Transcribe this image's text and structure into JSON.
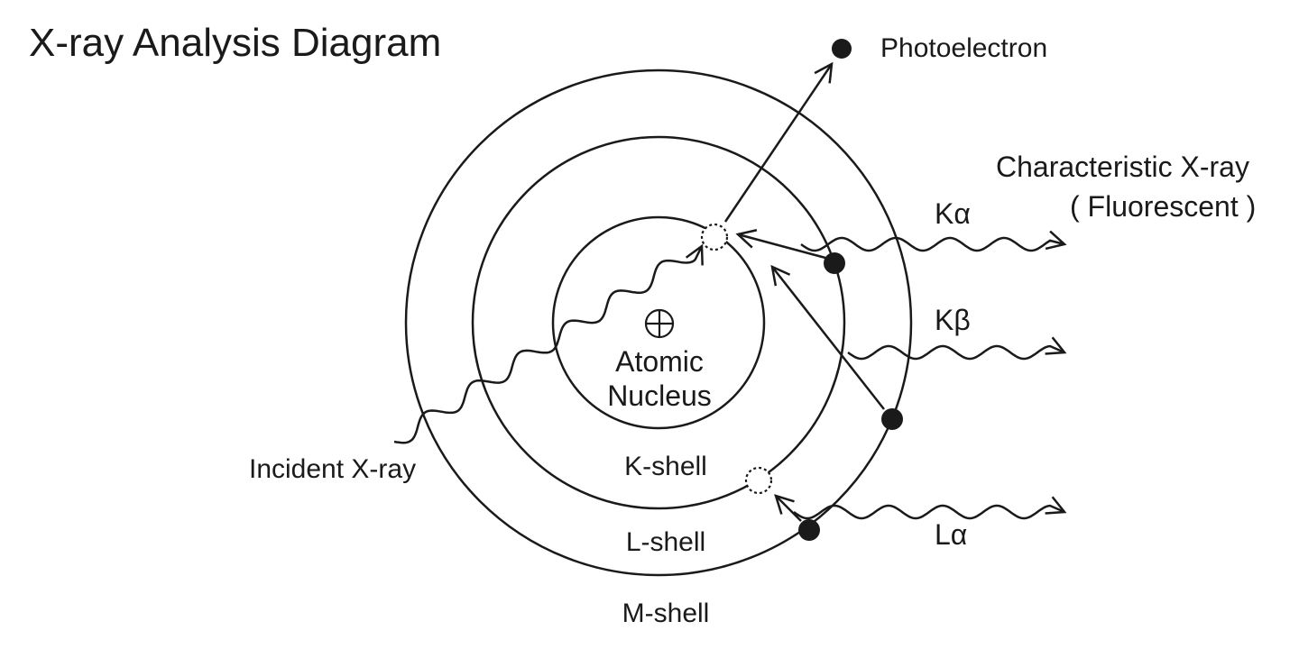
{
  "title": "X-ray Analysis Diagram",
  "labels": {
    "photoelectron": "Photoelectron",
    "characteristic": "Characteristic X-ray",
    "fluorescent": "( Fluorescent )",
    "k_alpha": "Kα",
    "k_beta": "Kβ",
    "l_alpha": "Lα",
    "nucleus_symbol": "+",
    "nucleus_line1": "Atomic",
    "nucleus_line2": "Nucleus",
    "k_shell": "K-shell",
    "l_shell": "L-shell",
    "m_shell": "M-shell",
    "incident": "Incident X-ray"
  },
  "colors": {
    "ink": "#1a1a1a",
    "background": "#ffffff"
  }
}
